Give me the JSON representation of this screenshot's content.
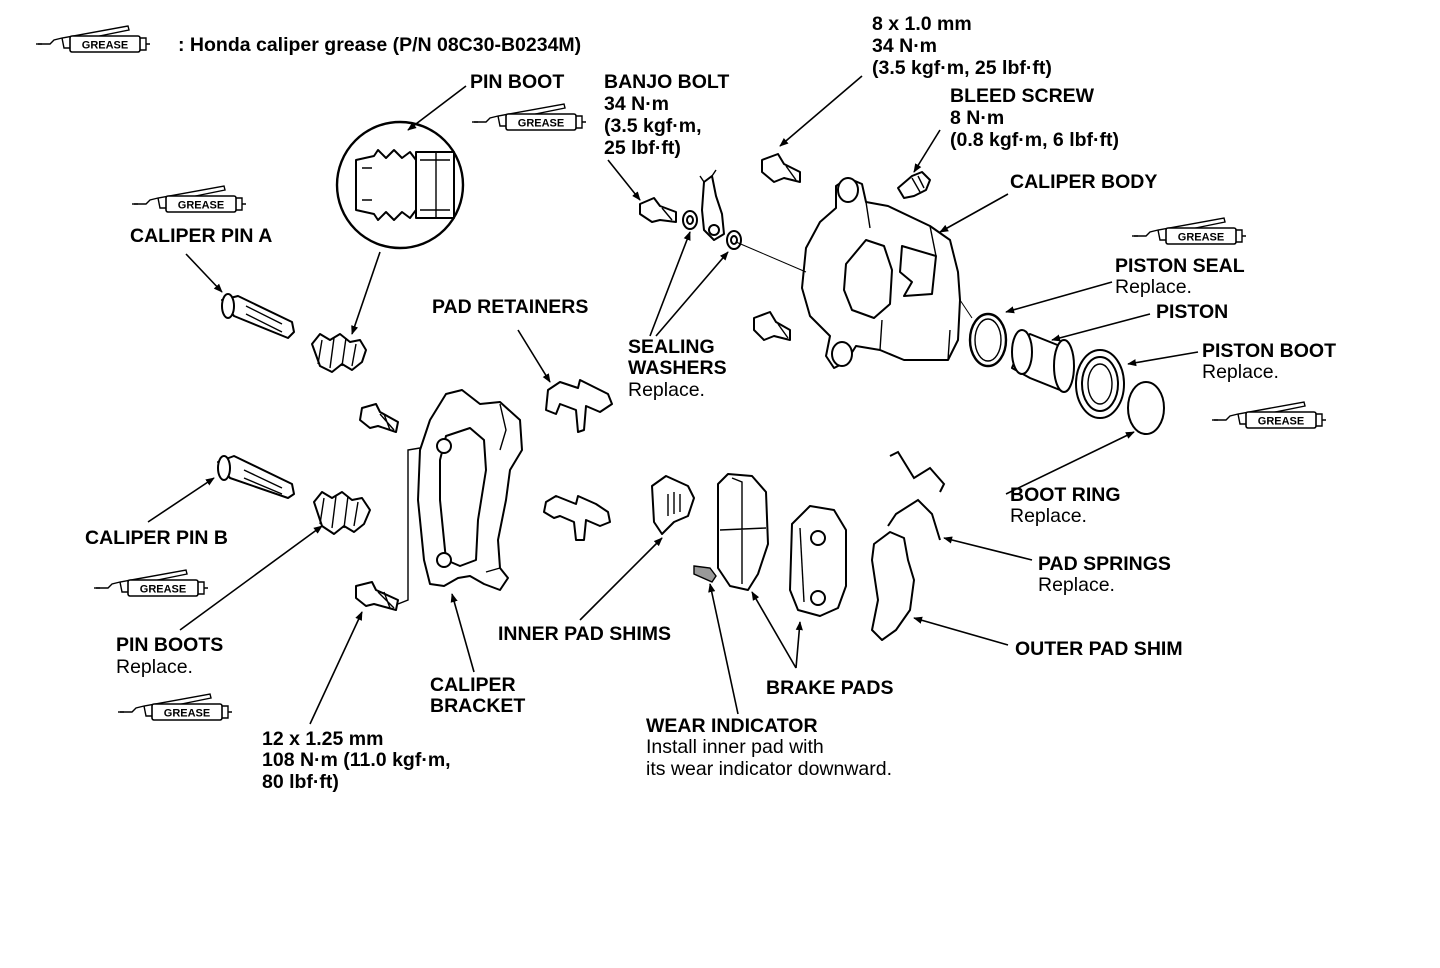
{
  "legend": {
    "text": ": Honda caliper grease (P/N 08C30-B0234M)"
  },
  "grease_label": "GREASE",
  "labels": {
    "pin_boot": "PIN BOOT",
    "banjo_bolt": "BANJO BOLT",
    "banjo_torque_1": "34 N·m",
    "banjo_torque_2": "(3.5 kgf·m,",
    "banjo_torque_3": "25 lbf·ft)",
    "top_bolt_1": "8 x 1.0 mm",
    "top_bolt_2": "34 N·m",
    "top_bolt_3": "(3.5 kgf·m, 25 lbf·ft)",
    "bleed_screw": "BLEED SCREW",
    "bleed_torque_1": "8 N·m",
    "bleed_torque_2": "(0.8 kgf·m, 6 lbf·ft)",
    "caliper_body": "CALIPER BODY",
    "caliper_pin_a": "CALIPER PIN A",
    "piston_seal": "PISTON SEAL",
    "piston_seal_note": "Replace.",
    "piston": "PISTON",
    "piston_boot": "PISTON BOOT",
    "piston_boot_note": "Replace.",
    "pad_retainers": "PAD RETAINERS",
    "sealing_washers_1": "SEALING",
    "sealing_washers_2": "WASHERS",
    "sealing_washers_note": "Replace.",
    "boot_ring": "BOOT RING",
    "boot_ring_note": "Replace.",
    "caliper_pin_b": "CALIPER PIN B",
    "pad_springs": "PAD SPRINGS",
    "pad_springs_note": "Replace.",
    "inner_pad_shims": "INNER PAD SHIMS",
    "outer_pad_shim": "OUTER PAD SHIM",
    "pin_boots": "PIN BOOTS",
    "pin_boots_note": "Replace.",
    "caliper_bracket_1": "CALIPER",
    "caliper_bracket_2": "BRACKET",
    "brake_pads": "BRAKE PADS",
    "wear_indicator": "WEAR INDICATOR",
    "wear_note_1": "Install inner pad with",
    "wear_note_2": "its wear indicator downward.",
    "bracket_bolt_1": "12 x 1.25 mm",
    "bracket_bolt_2": "108 N·m (11.0 kgf·m,",
    "bracket_bolt_3": "80 lbf·ft)"
  }
}
